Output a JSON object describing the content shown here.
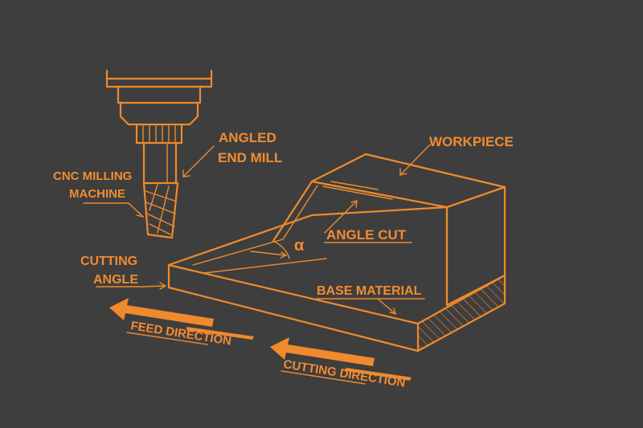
{
  "colors": {
    "background": "#3e3e3e",
    "line": "#f08a2c",
    "text": "#f28c30"
  },
  "labels": {
    "cnc_line1": "CNC MILLING",
    "cnc_line2": "MACHINE",
    "end_mill_line1": "ANGLED",
    "end_mill_line2": "END MILL",
    "workpiece": "WORKPIECE",
    "angle_cut": "ANGLE CUT",
    "alpha": "α",
    "cutting_angle_line1": "CUTTING",
    "cutting_angle_line2": "ANGLE",
    "base_material": "BASE MATERIAL",
    "feed_direction": "FEED DIRECTION",
    "cutting_direction": "CUTTING DIRECTION"
  }
}
